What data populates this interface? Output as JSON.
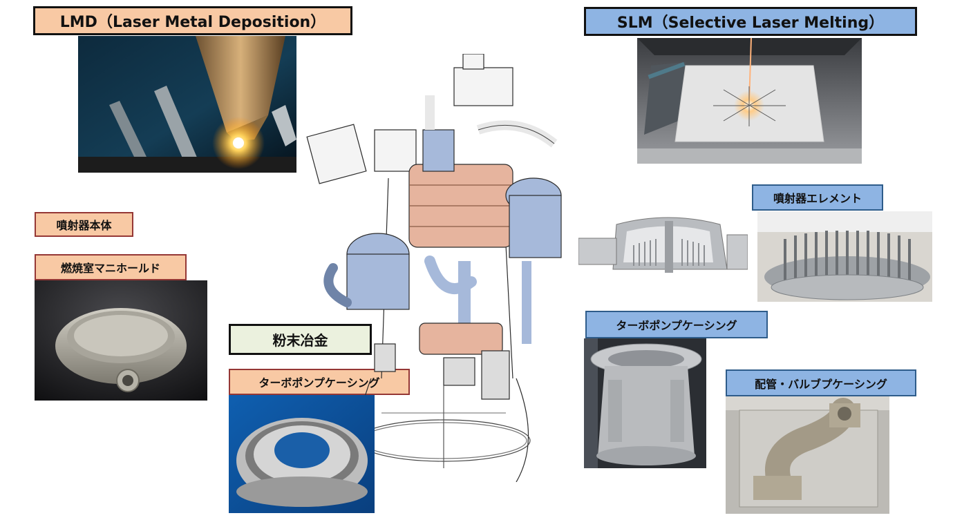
{
  "labels": {
    "lmd": "LMD（Laser Metal Deposition）",
    "slm": "SLM（Selective Laser Melting）",
    "injector_body": "噴射器本体",
    "combustor_manifold": "燃焼室マニホールド",
    "powder_metallurgy": "粉末冶金",
    "turbopump_casing_pm": "ターボポンプケーシング",
    "injector_element": "噴射器エレメント",
    "turbopump_casing_slm": "ターボポンプケーシング",
    "piping_valve_casing": "配管・バルブプケーシング"
  },
  "colors": {
    "lmd_fill": "#f8c9a4",
    "slm_fill": "#8eb4e3",
    "powder_fill": "#ebf1de",
    "lmd_border": "#953735",
    "slm_border": "#2e5c8a",
    "engine_blue": "#a6b9da",
    "engine_copper": "#e6b49e"
  },
  "icons": {
    "lmd_photo": "laser-deposition-nozzle-photo",
    "slm_photo": "powder-bed-laser-photo",
    "engine": "rocket-engine-drawing",
    "injector_section": "injector-cross-section-render",
    "injector_element_photo": "injector-element-part-photo",
    "manifold_photo": "combustor-manifold-part-photo",
    "turbopump_pm_photo": "turbopump-ring-part-photo",
    "turbopump_slm_photo": "turbopump-casing-part-photo",
    "valve_photo": "valve-casing-part-photo"
  }
}
